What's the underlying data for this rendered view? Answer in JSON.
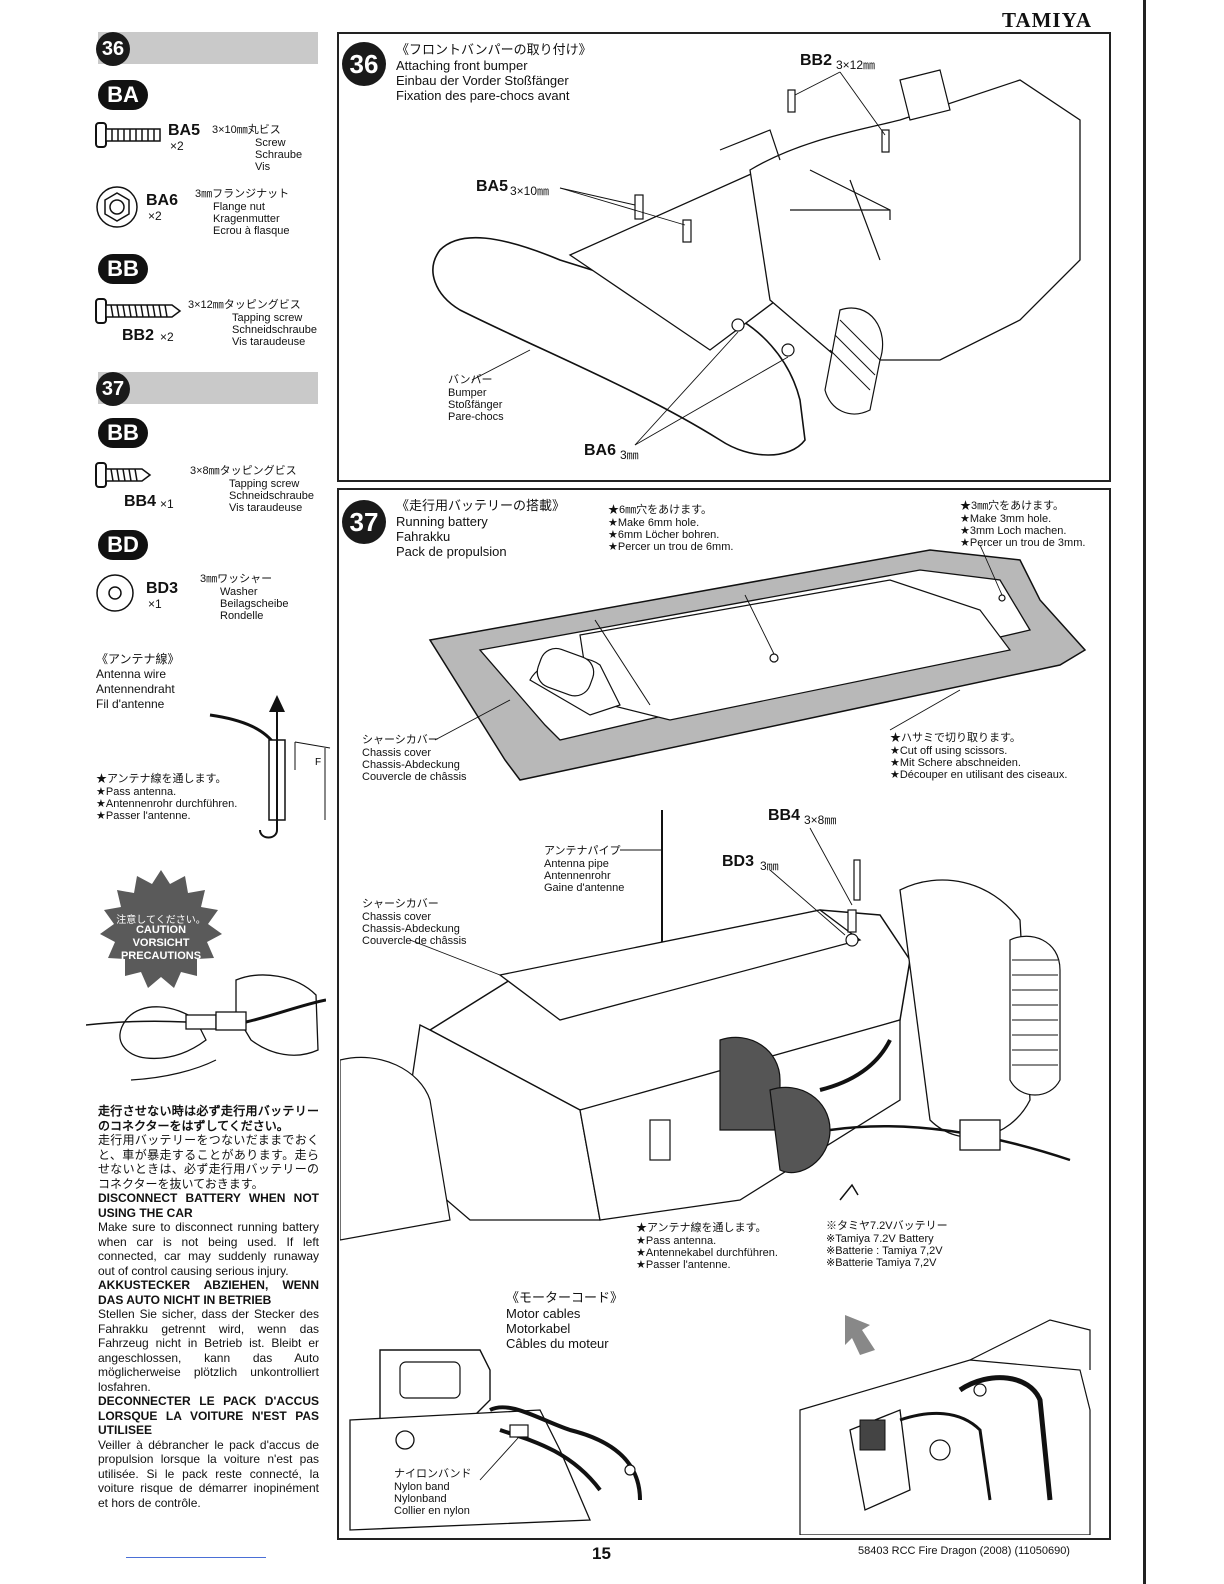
{
  "header": {
    "brand": "TAMIYA"
  },
  "sidebar": {
    "step36": {
      "number": "36",
      "groups": [
        {
          "pill": "BA"
        },
        {
          "pill": "BB"
        }
      ],
      "parts": {
        "ba5": {
          "code": "BA5",
          "qty": "×2",
          "jp": "3×10㎜丸ビス",
          "en": "Screw",
          "de": "Schraube",
          "fr": "Vis"
        },
        "ba6": {
          "code": "BA6",
          "qty": "×2",
          "jp": "3㎜フランジナット",
          "en": "Flange nut",
          "de": "Kragenmutter",
          "fr": "Ecrou à flasque"
        },
        "bb2": {
          "code": "BB2",
          "qty": "×2",
          "jp": "3×12㎜タッピングビス",
          "en": "Tapping screw",
          "de": "Schneidschraube",
          "fr": "Vis taraudeuse"
        }
      }
    },
    "step37": {
      "number": "37",
      "pill_bb": "BB",
      "pill_bd": "BD",
      "parts": {
        "bb4": {
          "code": "BB4",
          "qty": "×1",
          "jp": "3×8㎜タッピングビス",
          "en": "Tapping screw",
          "de": "Schneidschraube",
          "fr": "Vis taraudeuse"
        },
        "bd3": {
          "code": "BD3",
          "qty": "×1",
          "jp": "3㎜ワッシャー",
          "en": "Washer",
          "de": "Beilagscheibe",
          "fr": "Rondelle"
        }
      }
    },
    "antenna": {
      "jp": "《アンテナ線》",
      "en": "Antenna wire",
      "de": "Antennendraht",
      "fr": "Fil d'antenne",
      "note_jp": "★アンテナ線を通します。",
      "note_en": "★Pass antenna.",
      "note_de": "★Antennenrohr durchführen.",
      "note_fr": "★Passer l'antenne."
    },
    "caution": {
      "badge_jp": "注意してください。",
      "badge_en": "CAUTION",
      "badge_de": "VORSICHT",
      "badge_fr": "PRECAUTIONS",
      "jp_bold": "走行させない時は必ず走行用バッテリーのコネクターをはずしてください。",
      "jp_body": "走行用バッテリーをつないだままでおくと、車が暴走することがあります。走らせないときは、必ず走行用バッテリーのコネクターを抜いておきます。",
      "en_title": "DISCONNECT BATTERY WHEN NOT USING THE CAR",
      "en_body": "Make sure to disconnect running battery when car is not being used. If left connected, car may suddenly runaway out of control causing serious injury.",
      "de_title": "AKKUSTECKER ABZIEHEN, WENN DAS AUTO NICHT IN BETRIEB",
      "de_body": "Stellen Sie sicher, dass der Stecker des Fahrakku getrennt wird, wenn das Fahrzeug nicht in Betrieb ist. Bleibt er angeschlossen, kann das Auto möglicherweise plötzlich unkontrolliert losfahren.",
      "fr_title": "DECONNECTER LE PACK D'ACCUS LORSQUE LA VOITURE N'EST PAS UTILISEE",
      "fr_body": "Veiller à débrancher le pack d'accus de propulsion lorsque la voiture n'est pas utilisée. Si le pack reste connecté, la voiture risque de démarrer inopinément et hors de contrôle."
    }
  },
  "panel36": {
    "number": "36",
    "title_jp": "《フロントバンパーの取り付け》",
    "title_en": "Attaching front bumper",
    "title_de": "Einbau der Vorder Stoßfänger",
    "title_fr": "Fixation des pare-chocs avant",
    "callouts": {
      "bb2": {
        "code": "BB2",
        "size": "3×12㎜"
      },
      "ba5": {
        "code": "BA5",
        "size": "3×10㎜"
      },
      "ba6": {
        "code": "BA6",
        "size": "3㎜"
      }
    },
    "bumper": {
      "jp": "バンパー",
      "en": "Bumper",
      "de": "Stoßfänger",
      "fr": "Pare-chocs"
    }
  },
  "panel37": {
    "number": "37",
    "title_jp": "《走行用バッテリーの搭載》",
    "title_en": "Running battery",
    "title_de": "Fahrakku",
    "title_fr": "Pack de propulsion",
    "hole6": {
      "jp": "★6㎜穴をあけます。",
      "en": "★Make 6mm hole.",
      "de": "★6mm Löcher bohren.",
      "fr": "★Percer un trou de 6mm."
    },
    "hole3": {
      "jp": "★3㎜穴をあけます。",
      "en": "★Make 3mm hole.",
      "de": "★3mm Loch machen.",
      "fr": "★Percer un trou de 3mm."
    },
    "cover": {
      "jp": "シャーシカバー",
      "en": "Chassis cover",
      "de": "Chassis-Abdeckung",
      "fr": "Couvercle de châssis"
    },
    "scissors": {
      "jp": "★ハサミで切り取ります。",
      "en": "★Cut off using scissors.",
      "de": "★Mit Schere abschneiden.",
      "fr": "★Découper en utilisant des ciseaux."
    },
    "bb4": {
      "code": "BB4",
      "size": "3×8㎜"
    },
    "bd3": {
      "code": "BD3",
      "size": "3㎜"
    },
    "pipe": {
      "jp": "アンテナパイプ",
      "en": "Antenna pipe",
      "de": "Antennenrohr",
      "fr": "Gaine d'antenne"
    },
    "cover2": {
      "jp": "シャーシカバー",
      "en": "Chassis cover",
      "de": "Chassis-Abdeckung",
      "fr": "Couvercle de châssis"
    },
    "pass": {
      "jp": "★アンテナ線を通します。",
      "en": "★Pass antenna.",
      "de": "★Antennekabel durchführen.",
      "fr": "★Passer l'antenne."
    },
    "battery": {
      "jp": "※タミヤ7.2Vバッテリー",
      "en": "※Tamiya 7.2V Battery",
      "de": "※Batterie : Tamiya 7,2V",
      "fr": "※Batterie Tamiya 7,2V"
    },
    "motor": {
      "jp": "《モーターコード》",
      "en": "Motor cables",
      "de": "Motorkabel",
      "fr": "Câbles du moteur"
    },
    "nylon": {
      "jp": "ナイロンバンド",
      "en": "Nylon band",
      "de": "Nylonband",
      "fr": "Collier en nylon"
    }
  },
  "footer": {
    "page": "15",
    "info": "58403 RCC Fire Dragon (2008) (11050690)"
  }
}
